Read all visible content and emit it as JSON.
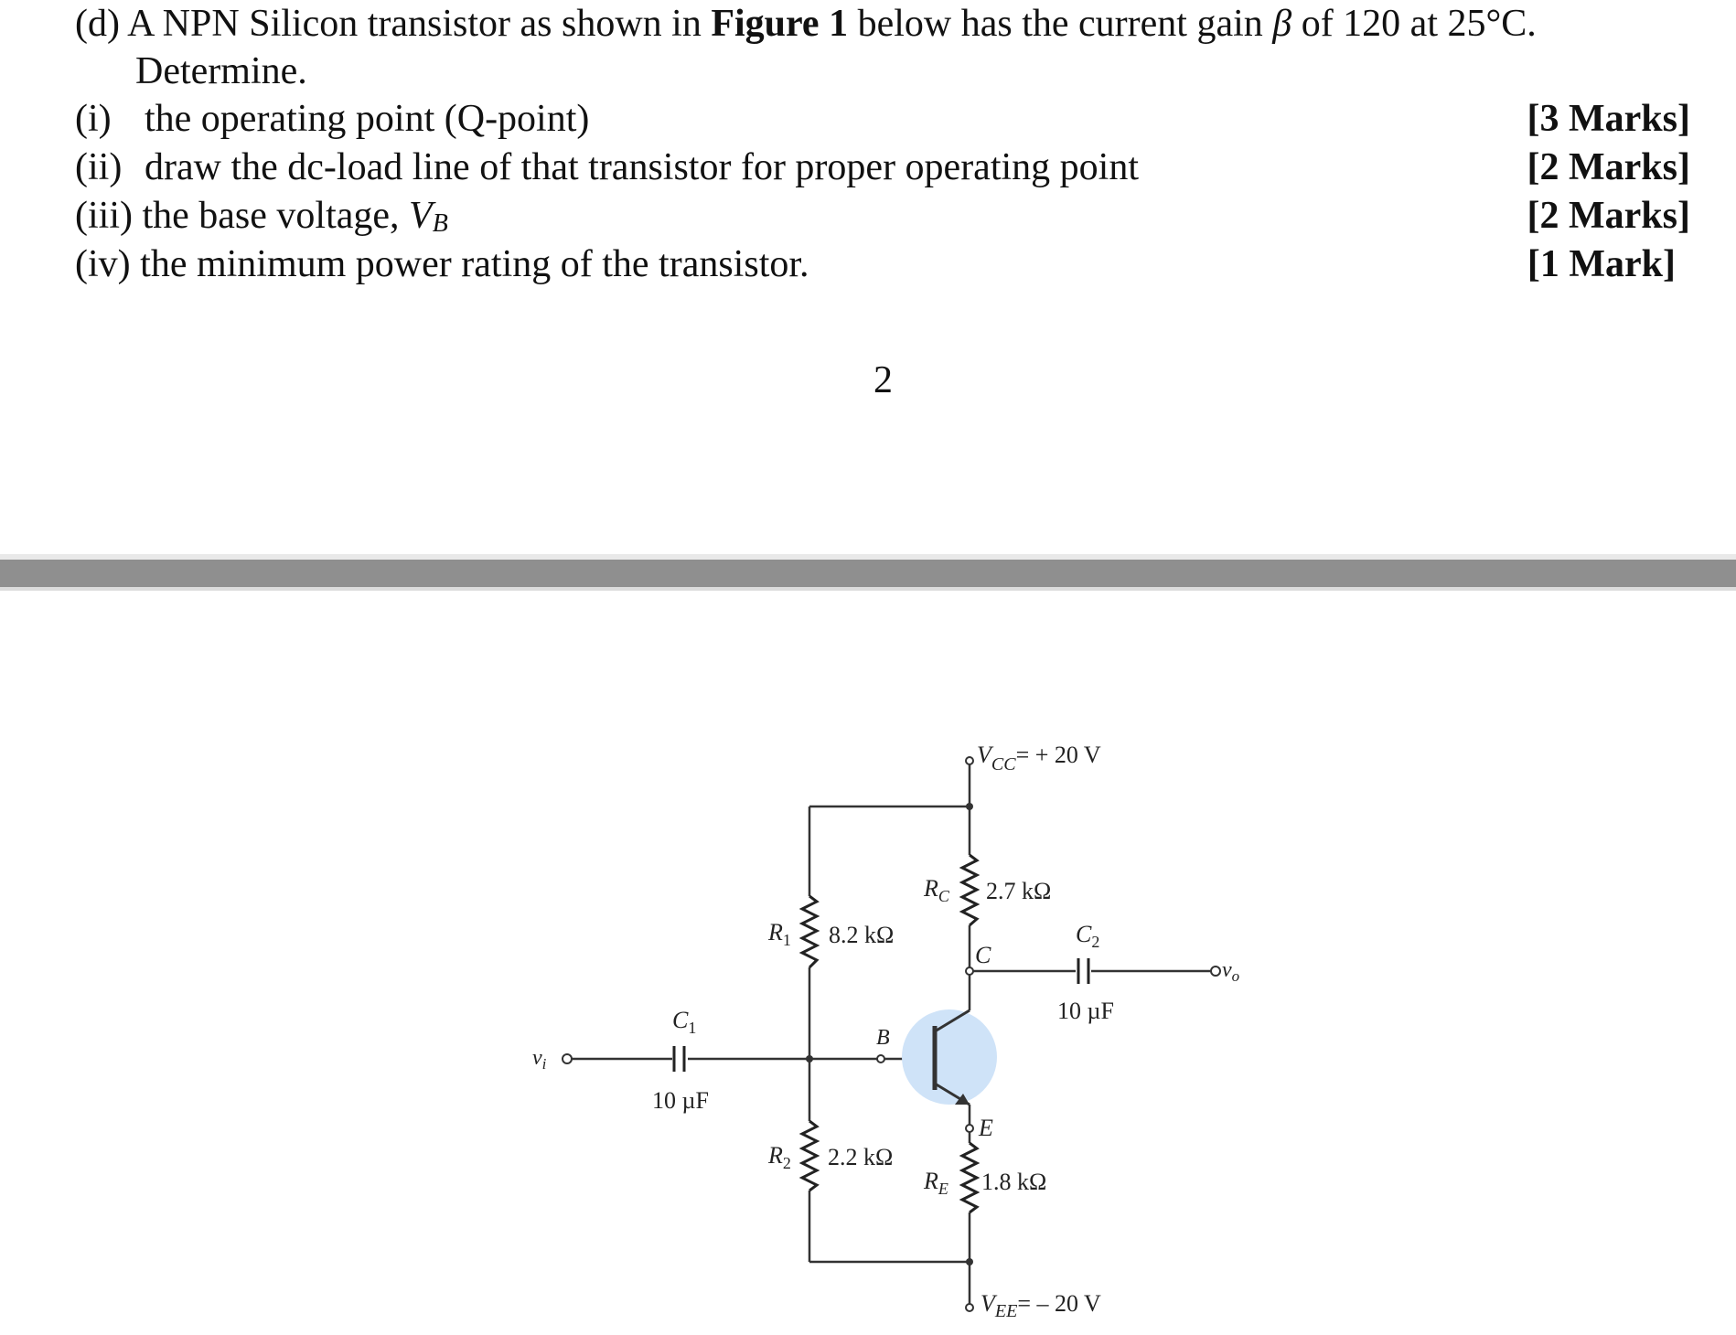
{
  "question": {
    "part_label": "(d)",
    "intro_pre": "A NPN Silicon transistor as shown in ",
    "intro_bold": "Figure 1",
    "intro_mid": " below has the current gain ",
    "intro_beta": "β",
    "intro_post": " of 120 at 25°C.",
    "determine": "Determine.",
    "items": [
      {
        "num": "(i)",
        "text": "the operating point (Q-point)",
        "marks": "[3 Marks]"
      },
      {
        "num": "(ii)",
        "text": "draw the dc-load line of that transistor for proper operating point",
        "marks": "[2 Marks]"
      },
      {
        "num": "(iii)",
        "text": "the base voltage, ",
        "var": "V",
        "var_sub": "B",
        "marks": "[2 Marks]"
      },
      {
        "num": "(iv)",
        "text": "the minimum power rating of the transistor.",
        "marks": "[1 Mark]"
      }
    ]
  },
  "page_number": "2",
  "circuit": {
    "vcc_label": "V",
    "vcc_sub": "CC",
    "vcc_value": "= + 20 V",
    "vee_label": "V",
    "vee_sub": "EE",
    "vee_value": "= – 20 V",
    "rc_label": "R",
    "rc_sub": "C",
    "rc_value": "2.7 kΩ",
    "r1_label": "R",
    "r1_sub": "1",
    "r1_value": "8.2 kΩ",
    "r2_label": "R",
    "r2_sub": "2",
    "r2_value": "2.2 kΩ",
    "re_label": "R",
    "re_sub": "E",
    "re_value": "1.8 kΩ",
    "c1_label": "C",
    "c1_sub": "1",
    "c1_value": "10 µF",
    "c2_label": "C",
    "c2_sub": "2",
    "c2_value": "10 µF",
    "node_c": "C",
    "node_b": "B",
    "node_e": "E",
    "vi_label": "v",
    "vi_sub": "i",
    "vo_label": "v",
    "vo_sub": "o",
    "highlight_color": "#cfe3f8",
    "wire_color": "#333333"
  }
}
